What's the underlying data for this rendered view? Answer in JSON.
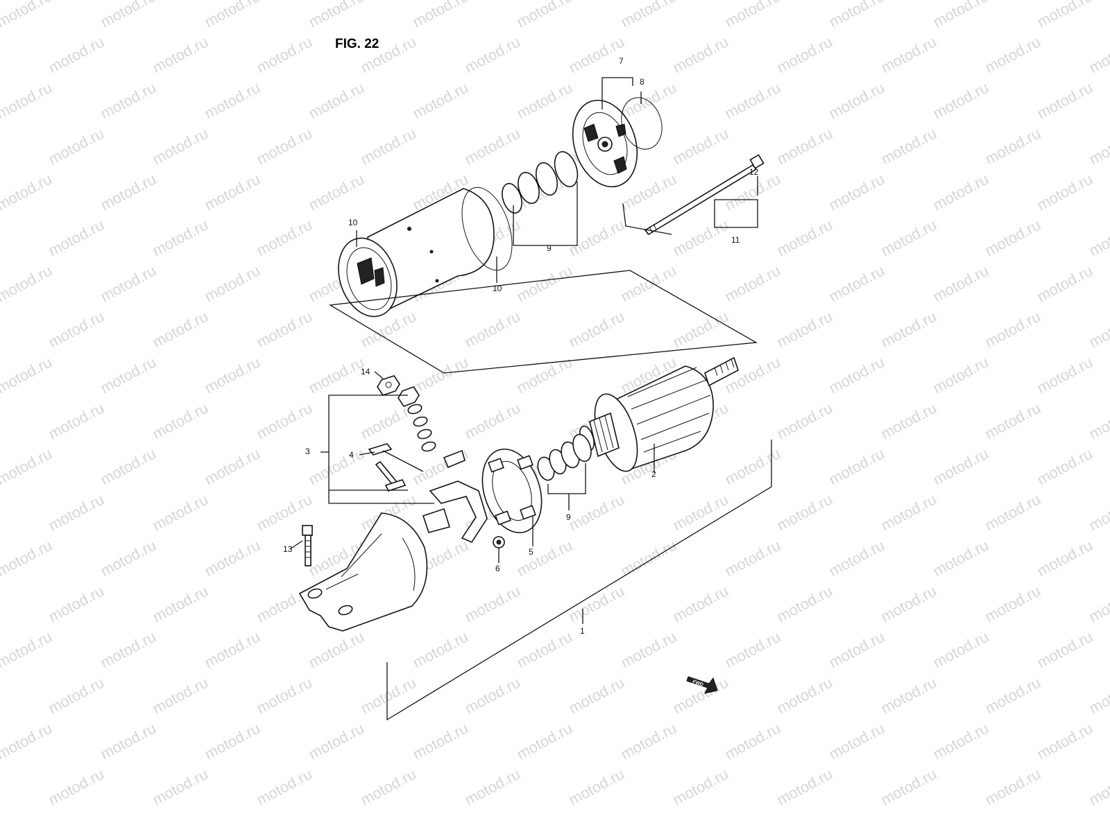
{
  "figure_title": "FIG. 22",
  "watermark": "motod.ru",
  "fwd_badge": "FWD",
  "callouts": {
    "c1": "1",
    "c2": "2",
    "c3": "3",
    "c4": "4",
    "c5": "5",
    "c6": "6",
    "c7": "7",
    "c8": "8",
    "c9a": "9",
    "c9b": "9",
    "c10a": "10",
    "c10b": "10",
    "c11": "11",
    "c12": "12",
    "c13": "13",
    "c14": "14"
  }
}
